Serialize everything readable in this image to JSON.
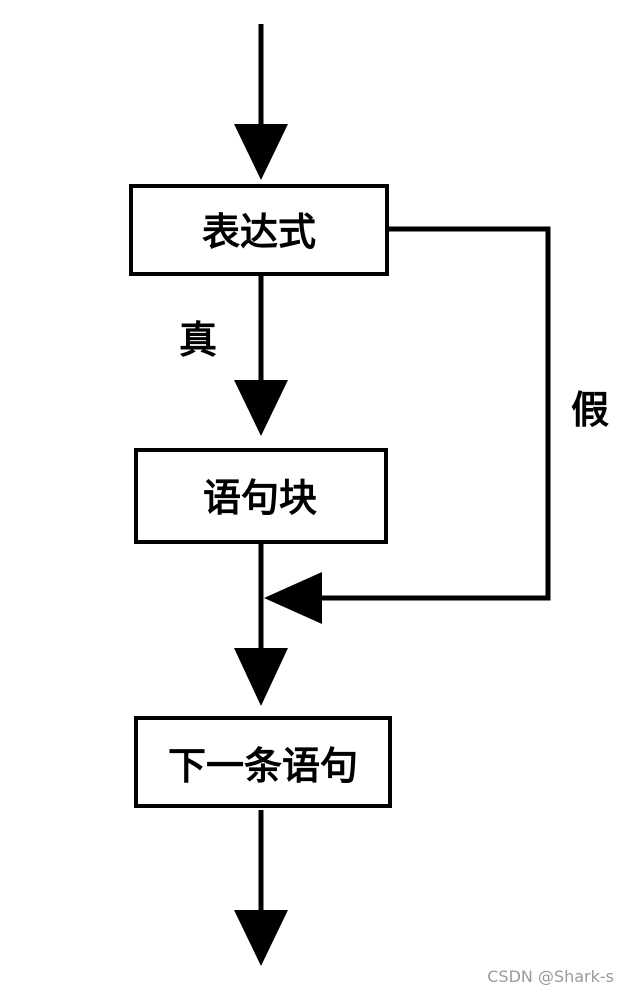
{
  "diagram": {
    "type": "flowchart",
    "nodes": {
      "expression": "表达式",
      "block": "语句块",
      "next": "下一条语句"
    },
    "edges": {
      "true_label": "真",
      "false_label": "假"
    }
  },
  "watermark": "CSDN @Shark-s"
}
